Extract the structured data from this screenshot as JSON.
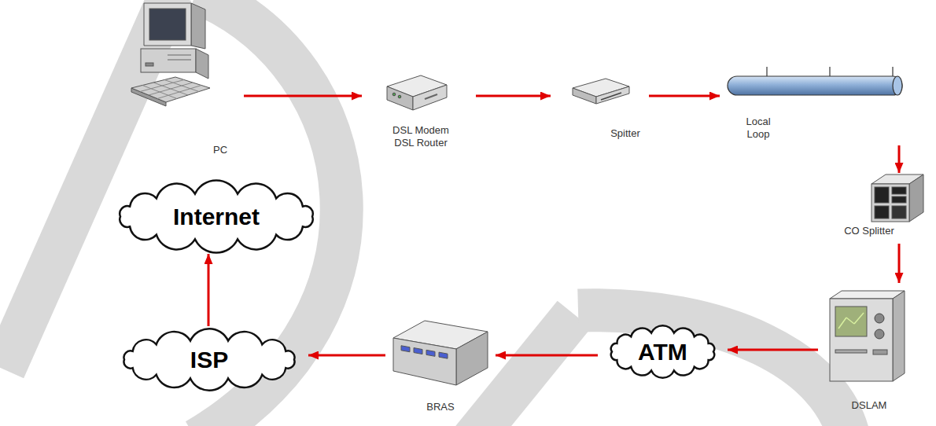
{
  "diagram": {
    "nodes": [
      {
        "text": [
          "PC"
        ]
      },
      {
        "text": [
          "DSL Modem DSL Router"
        ]
      },
      {
        "text": [
          "Spitter"
        ]
      },
      {
        "text": [
          "Local Loop"
        ]
      },
      {
        "text": [
          "CO Splitter"
        ]
      },
      {
        "text": [
          "DSLAM"
        ]
      },
      {
        "text": [
          "ATM"
        ]
      },
      {
        "text": [
          "BRAS"
        ]
      },
      {
        "text": [
          "ISP"
        ]
      },
      {
        "text": [
          "Internet"
        ]
      }
    ],
    "edges": [
      {
        "from": 0,
        "to": 1,
        "arrow": "to"
      },
      {
        "from": 1,
        "to": 2,
        "arrow": "to"
      },
      {
        "from": 2,
        "to": 3,
        "arrow": "to"
      },
      {
        "from": 3,
        "to": 4,
        "arrow": "to"
      },
      {
        "from": 4,
        "to": 5,
        "arrow": "to"
      },
      {
        "from": 5,
        "to": 6,
        "arrow": "to"
      },
      {
        "from": 6,
        "to": 7,
        "arrow": "to"
      },
      {
        "from": 7,
        "to": 8,
        "arrow": "to"
      },
      {
        "from": 8,
        "to": 9,
        "arrow": "to"
      }
    ]
  }
}
